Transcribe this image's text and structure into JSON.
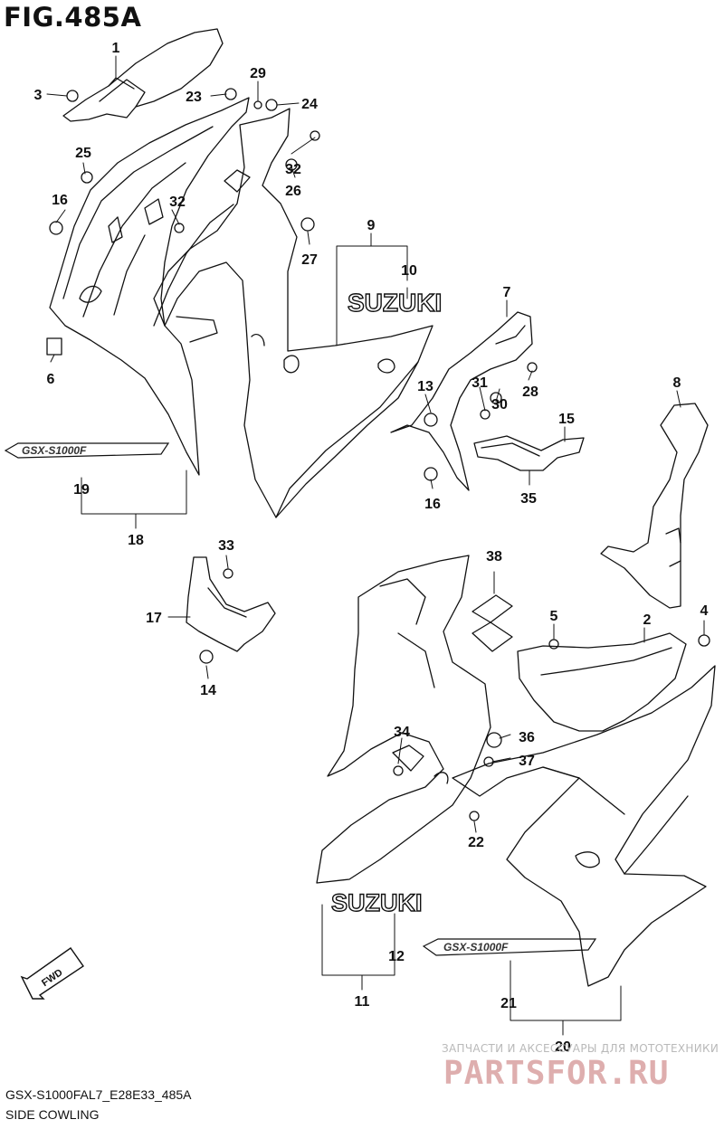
{
  "figure": {
    "title": "FIG.485A",
    "model_code": "GSX-S1000FAL7_E28E33_485A",
    "section": "SIDE COWLING"
  },
  "decals": {
    "suzuki_upper": "SUZUKI",
    "suzuki_lower": "SUZUKI",
    "gsxs_upper": "GSX-S1000F",
    "gsxs_lower": "GSX-S1000F",
    "fwd": "FWD"
  },
  "watermark": {
    "subtitle": "ЗАПЧАСТИ И АКСЕССУАРЫ ДЛЯ МОТОТЕХНИКИ",
    "brand": "PARTSFOR.RU"
  },
  "callouts": [
    "1",
    "2",
    "3",
    "4",
    "5",
    "6",
    "7",
    "8",
    "9",
    "10",
    "11",
    "12",
    "13",
    "14",
    "15",
    "16",
    "16",
    "17",
    "18",
    "19",
    "20",
    "21",
    "22",
    "23",
    "24",
    "25",
    "26",
    "27",
    "28",
    "29",
    "30",
    "31",
    "32",
    "32",
    "33",
    "34",
    "35",
    "36",
    "37",
    "38"
  ],
  "colors": {
    "line": "#111111",
    "watermark_main": "#d9a0a0",
    "watermark_sub": "#b9b9b9"
  }
}
